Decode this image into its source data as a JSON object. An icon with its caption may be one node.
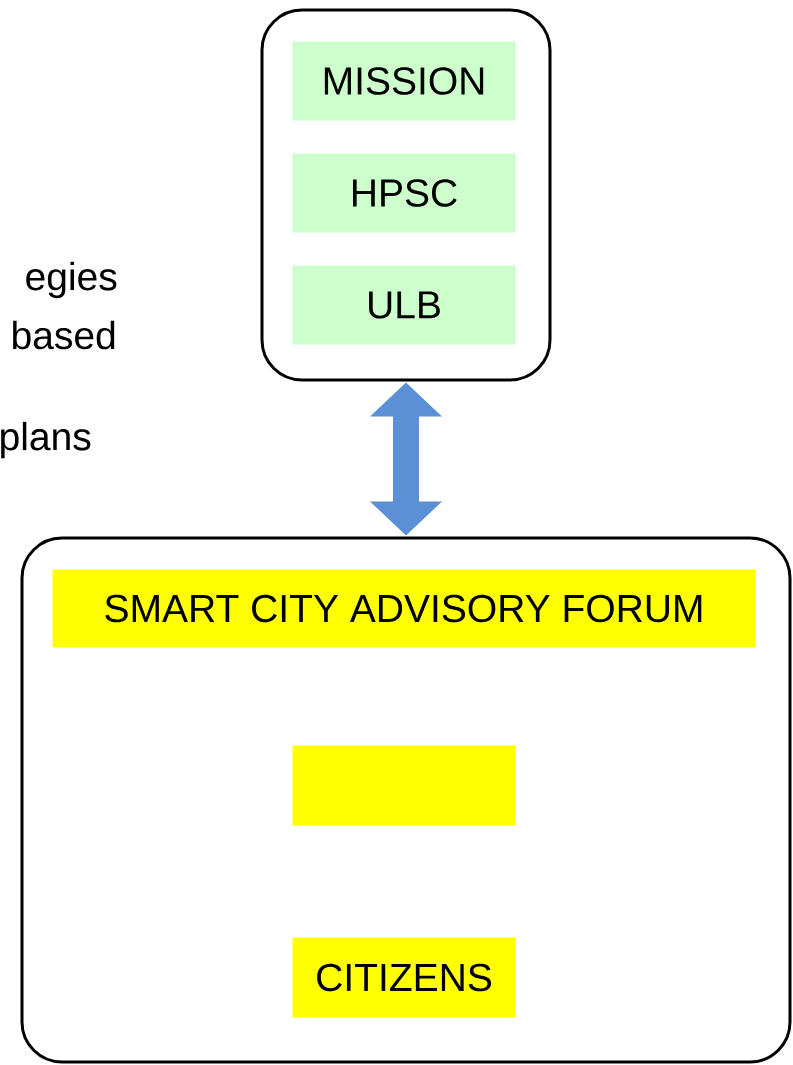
{
  "diagram": {
    "nodes": [
      {
        "text": [],
        "shape": "box"
      },
      {
        "text": [
          "MISSION"
        ],
        "in": 0
      },
      {
        "text": [
          "HPSC"
        ],
        "in": 0
      },
      {
        "text": [
          "ULB"
        ],
        "in": 0
      },
      {
        "text": [],
        "shape": "box"
      },
      {
        "text": [
          "SMART CITY ADVISORY FORUM"
        ],
        "in": 4
      },
      {
        "text": [],
        "shape": "box",
        "in": 4
      },
      {
        "text": [
          "CITIZENS"
        ],
        "in": 4
      }
    ],
    "edges": [
      {
        "from": 0,
        "to": 4,
        "arrow": "both",
        "color": "#5b8fd6"
      }
    ],
    "labels": [
      "egies",
      "based",
      "plans"
    ]
  }
}
